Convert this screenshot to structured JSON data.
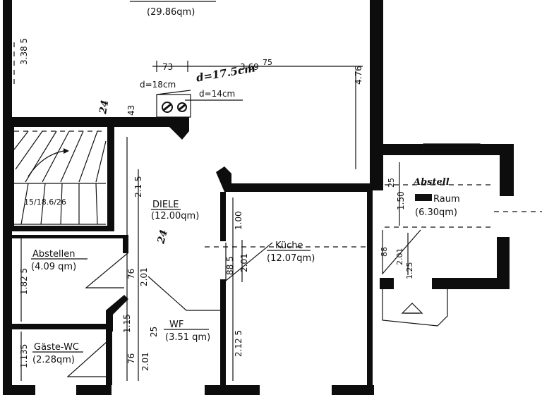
{
  "rooms": {
    "living": {
      "area": "(29.86qm)"
    },
    "diele": {
      "name": "DIELE",
      "area": "(12.00qm)"
    },
    "kueche": {
      "name": "Küche",
      "area": "(12.07qm)"
    },
    "abstellen": {
      "name": "Abstellen",
      "area": "(4.09 qm)"
    },
    "gaeste_wc": {
      "name": "Gäste-WC",
      "area": "(2.28qm)"
    },
    "wf": {
      "name": "WF",
      "area": "(3.51 qm)"
    },
    "abstellraum": {
      "name_top": "Abstell",
      "name_bottom": "Raum",
      "area": "(6.30qm)"
    },
    "stairs": {
      "label": "15/18.6/26"
    }
  },
  "chimney": {
    "flue_left": "d=18cm",
    "flue_right": "d=14cm",
    "handwritten": "d=17.5cm"
  },
  "dimensions": {
    "d_3385": "3.38 5",
    "d_73": "73",
    "d_369": "3.69",
    "d_75": "75",
    "d_476": "4.76",
    "d_43": "43",
    "d_215": "2.1 5",
    "d_100": "1.00",
    "d_885": "88 5",
    "d_201_k": "2.01",
    "d_2125": "2.12 5",
    "d_76_a": "76",
    "d_201_a": "2.01",
    "d_115": "1.15",
    "d_25": "25",
    "d_76_b": "76",
    "d_201_b": "2.01",
    "d_1825": "1.82 5",
    "d_1135": "1.135",
    "d_150": "1.50",
    "d_25_r": "25",
    "d_88_r": "88",
    "d_201_r": "2.01",
    "d_125_r": "1.25"
  },
  "handwritten_marks": {
    "mark_a": "24",
    "mark_b": "24"
  }
}
